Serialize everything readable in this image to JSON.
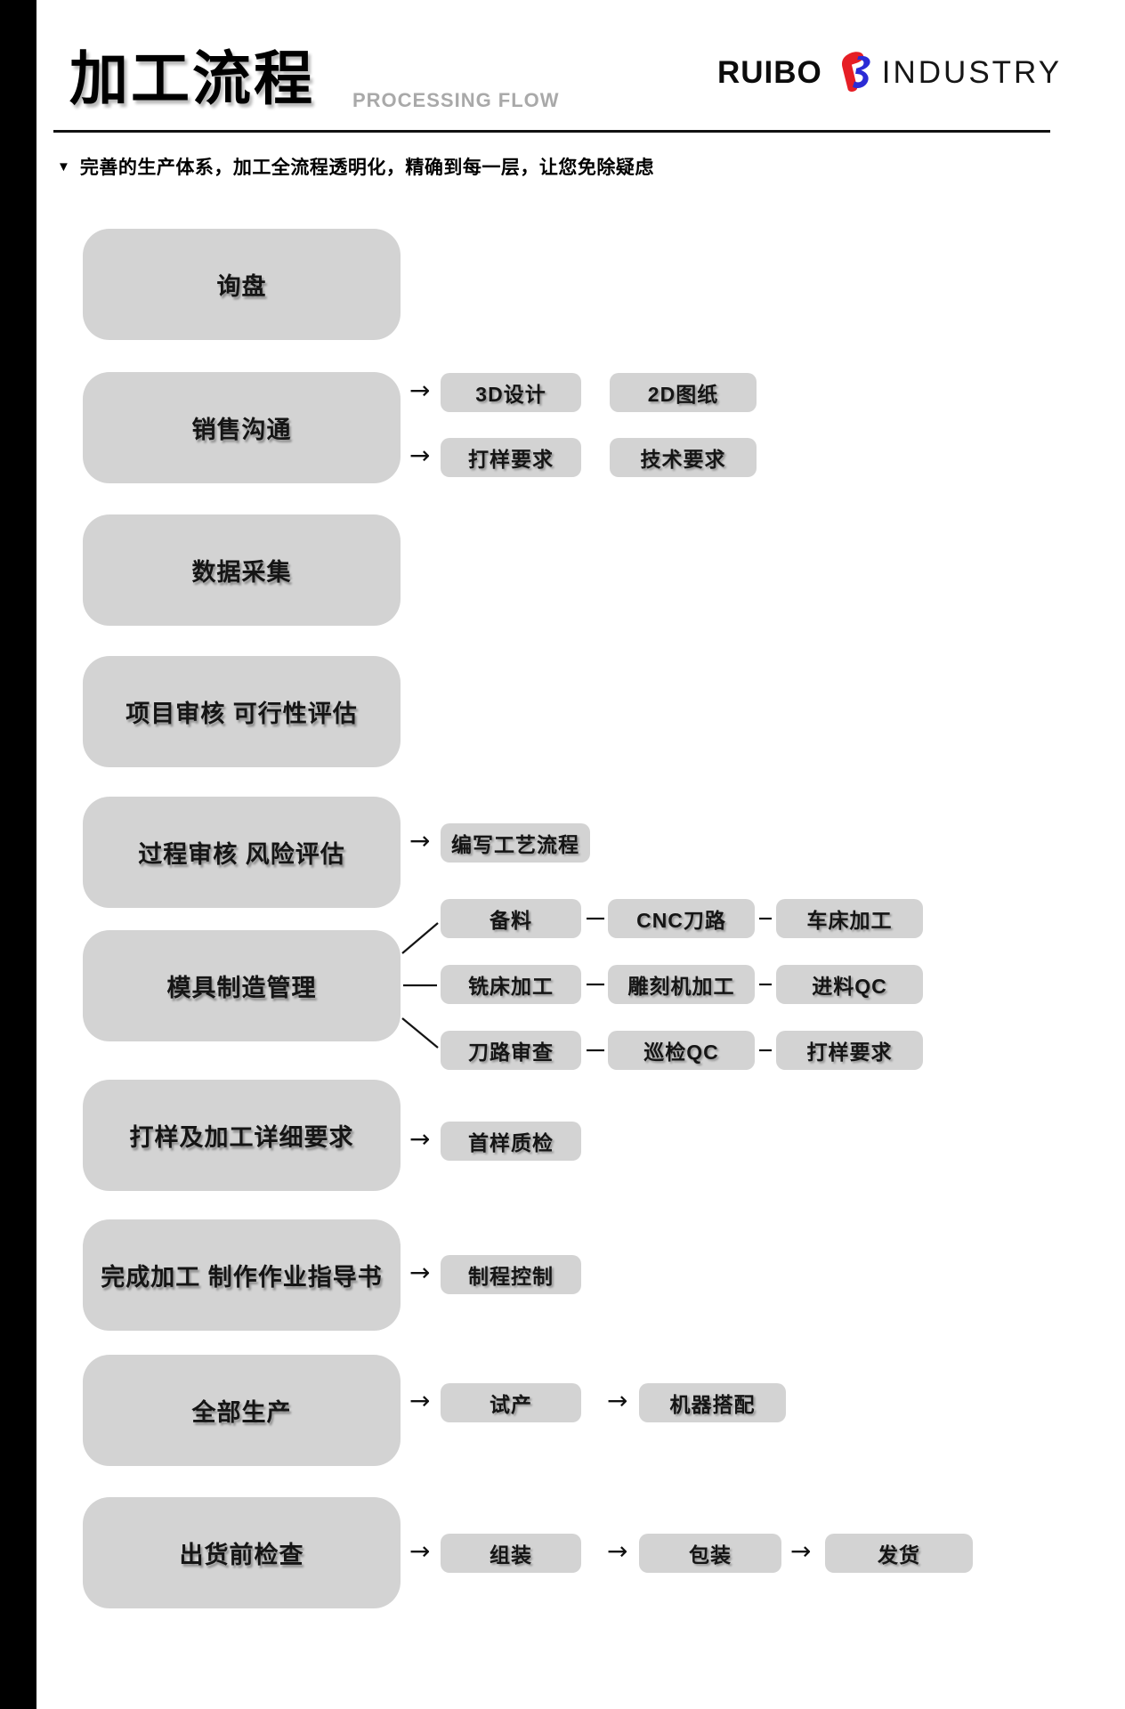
{
  "header": {
    "title": "加工流程",
    "title_en": "PROCESSING FLOW",
    "tagline_marker": "▼",
    "tagline": "完善的生产体系，加工全流程透明化，精确到每一层，让您免除疑虑",
    "brand": {
      "name": "RUIBO",
      "word": "INDUSTRY",
      "icon": "ruibo-monogram-icon",
      "icon_red": "#e61e25",
      "icon_blue": "#2b2bd5"
    }
  },
  "colors": {
    "box_gray": "#d3d3d3",
    "accent_bar": "#000000",
    "title_en_gray": "#a9a9a9"
  },
  "flow": {
    "arrow": "→",
    "steps": [
      {
        "label": "询盘"
      },
      {
        "label": "销售沟通",
        "rows": [
          [
            "3D设计",
            "2D图纸"
          ],
          [
            "打样要求",
            "技术要求"
          ]
        ]
      },
      {
        "label": "数据采集"
      },
      {
        "label": "项目审核 可行性评估"
      },
      {
        "label": "过程审核 风险评估",
        "rows": [
          [
            "编写工艺流程"
          ]
        ]
      },
      {
        "label": "模具制造管理",
        "rows": [
          [
            "备料",
            "CNC刀路",
            "车床加工"
          ],
          [
            "铣床加工",
            "雕刻机加工",
            "进料QC"
          ],
          [
            "刀路审查",
            "巡检QC",
            "打样要求"
          ]
        ]
      },
      {
        "label": "打样及加工详细要求",
        "rows": [
          [
            "首样质检"
          ]
        ]
      },
      {
        "label": "完成加工 制作作业指导书",
        "rows": [
          [
            "制程控制"
          ]
        ]
      },
      {
        "label": "全部生产",
        "rows": [
          [
            "试产",
            "机器搭配"
          ]
        ]
      },
      {
        "label": "出货前检查",
        "rows": [
          [
            "组装",
            "包装",
            "发货"
          ]
        ]
      }
    ]
  }
}
